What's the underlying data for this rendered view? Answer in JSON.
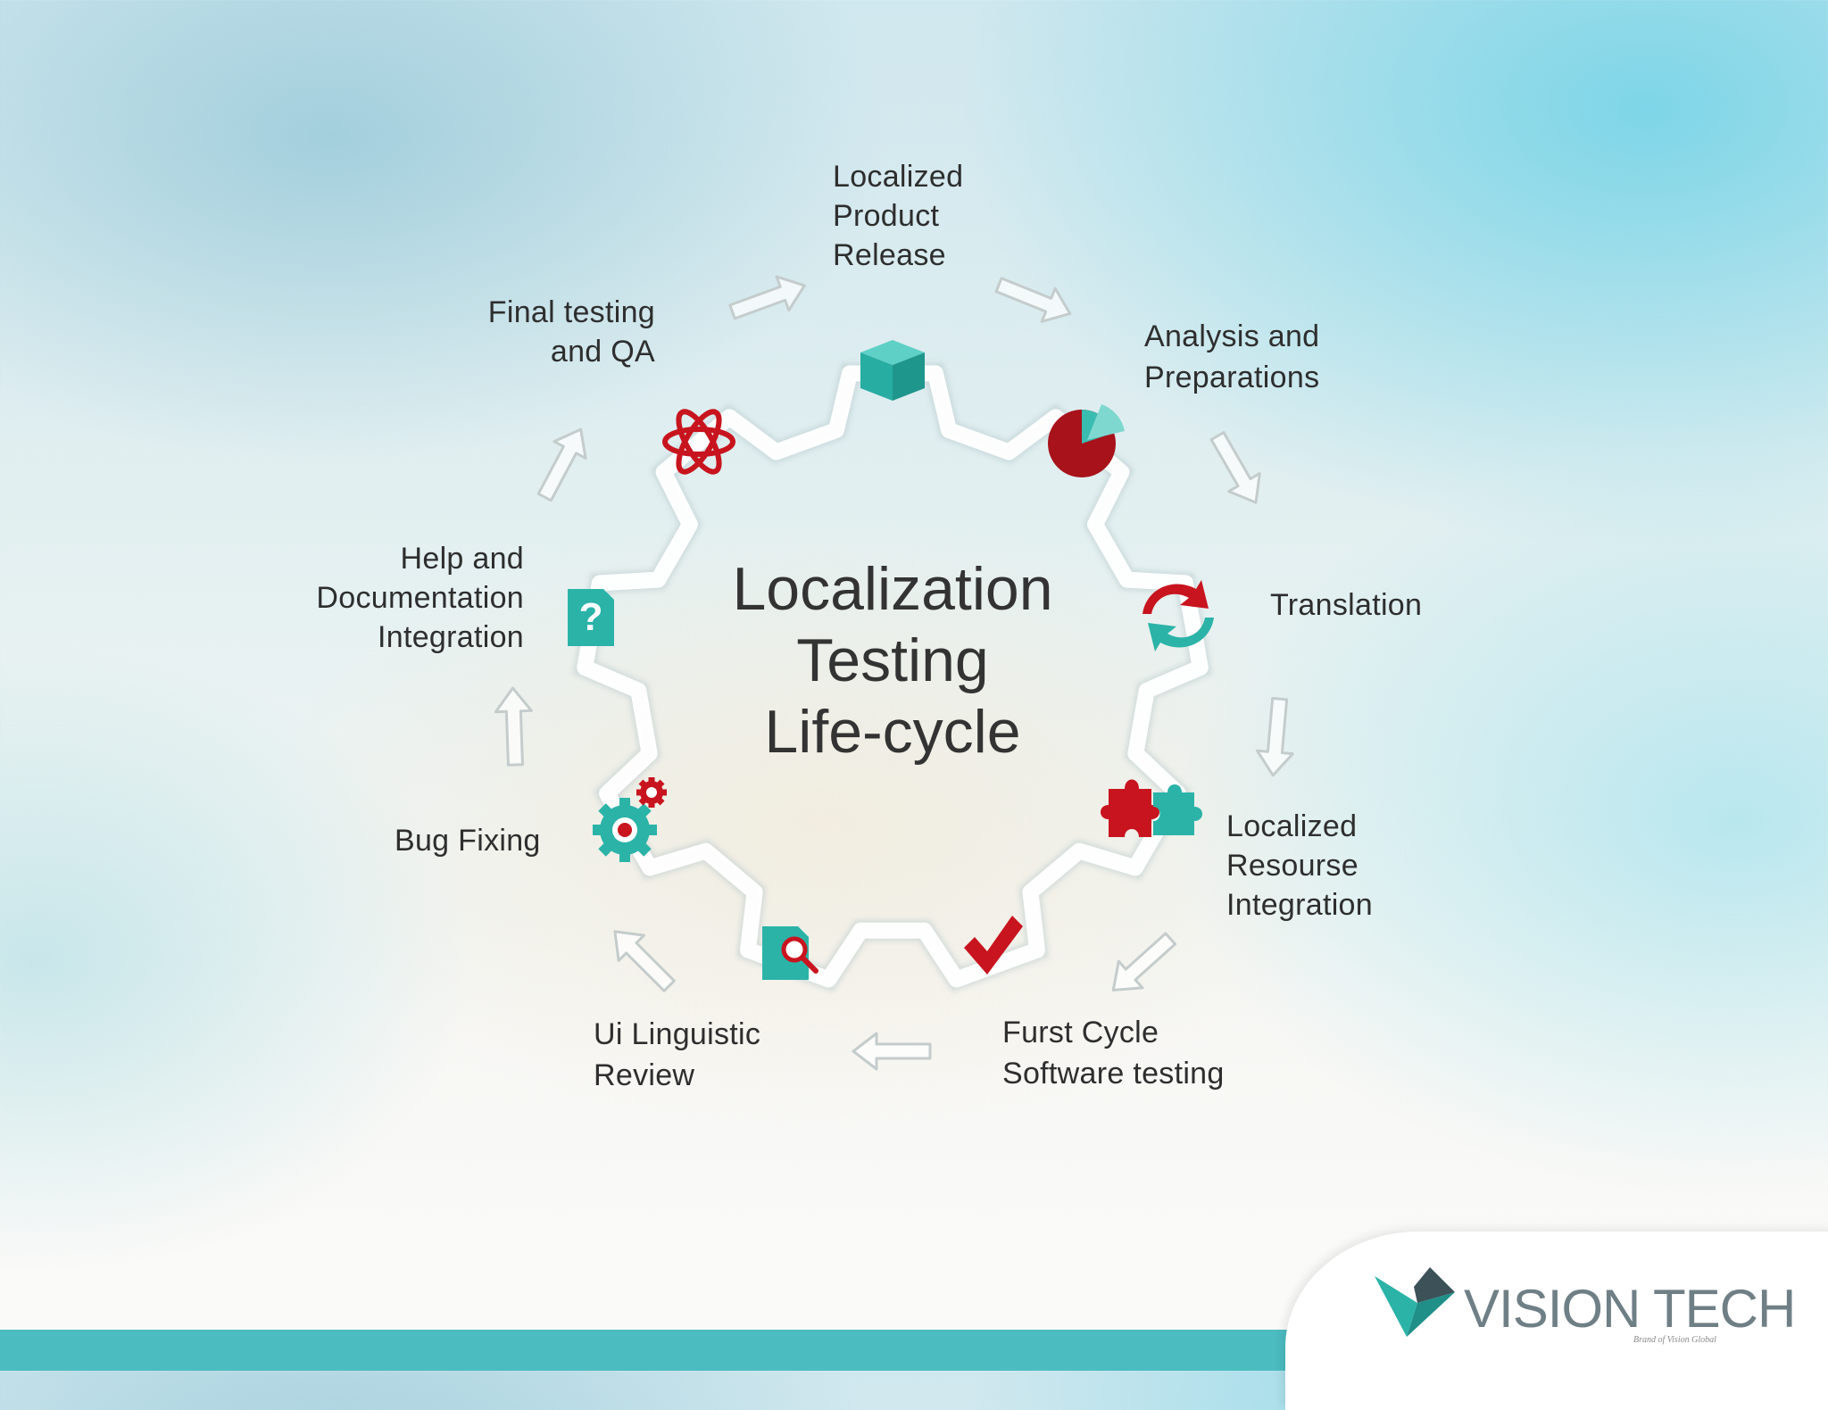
{
  "diagram": {
    "title_lines": [
      "Localization",
      "Testing",
      "Life-cycle"
    ],
    "steps": [
      {
        "lines": [
          "Localized",
          "Product",
          "Release"
        ],
        "icon": "cube-icon"
      },
      {
        "lines": [
          "Analysis and",
          "Preparations"
        ],
        "icon": "pie-chart-icon"
      },
      {
        "lines": [
          "Translation"
        ],
        "icon": "refresh-arrows-icon"
      },
      {
        "lines": [
          "Localized",
          "Resourse",
          "Integration"
        ],
        "icon": "puzzle-icon"
      },
      {
        "lines": [
          "Furst Cycle",
          "Software testing"
        ],
        "icon": "checkmark-icon"
      },
      {
        "lines": [
          "Ui Linguistic",
          "Review"
        ],
        "icon": "magnifier-document-icon"
      },
      {
        "lines": [
          "Bug Fixing"
        ],
        "icon": "gears-icon"
      },
      {
        "lines": [
          "Help and",
          "Documentation",
          "Integration"
        ],
        "icon": "help-document-icon"
      },
      {
        "lines": [
          "Final testing",
          "and QA"
        ],
        "icon": "atom-icon"
      }
    ],
    "colors": {
      "accent_teal": "#2bb3a8",
      "accent_red": "#c8141e",
      "footer_bar": "#4bbcc0"
    }
  },
  "branding": {
    "logo_text": "VISION TECH",
    "tagline": "Brand of Vision Global"
  }
}
